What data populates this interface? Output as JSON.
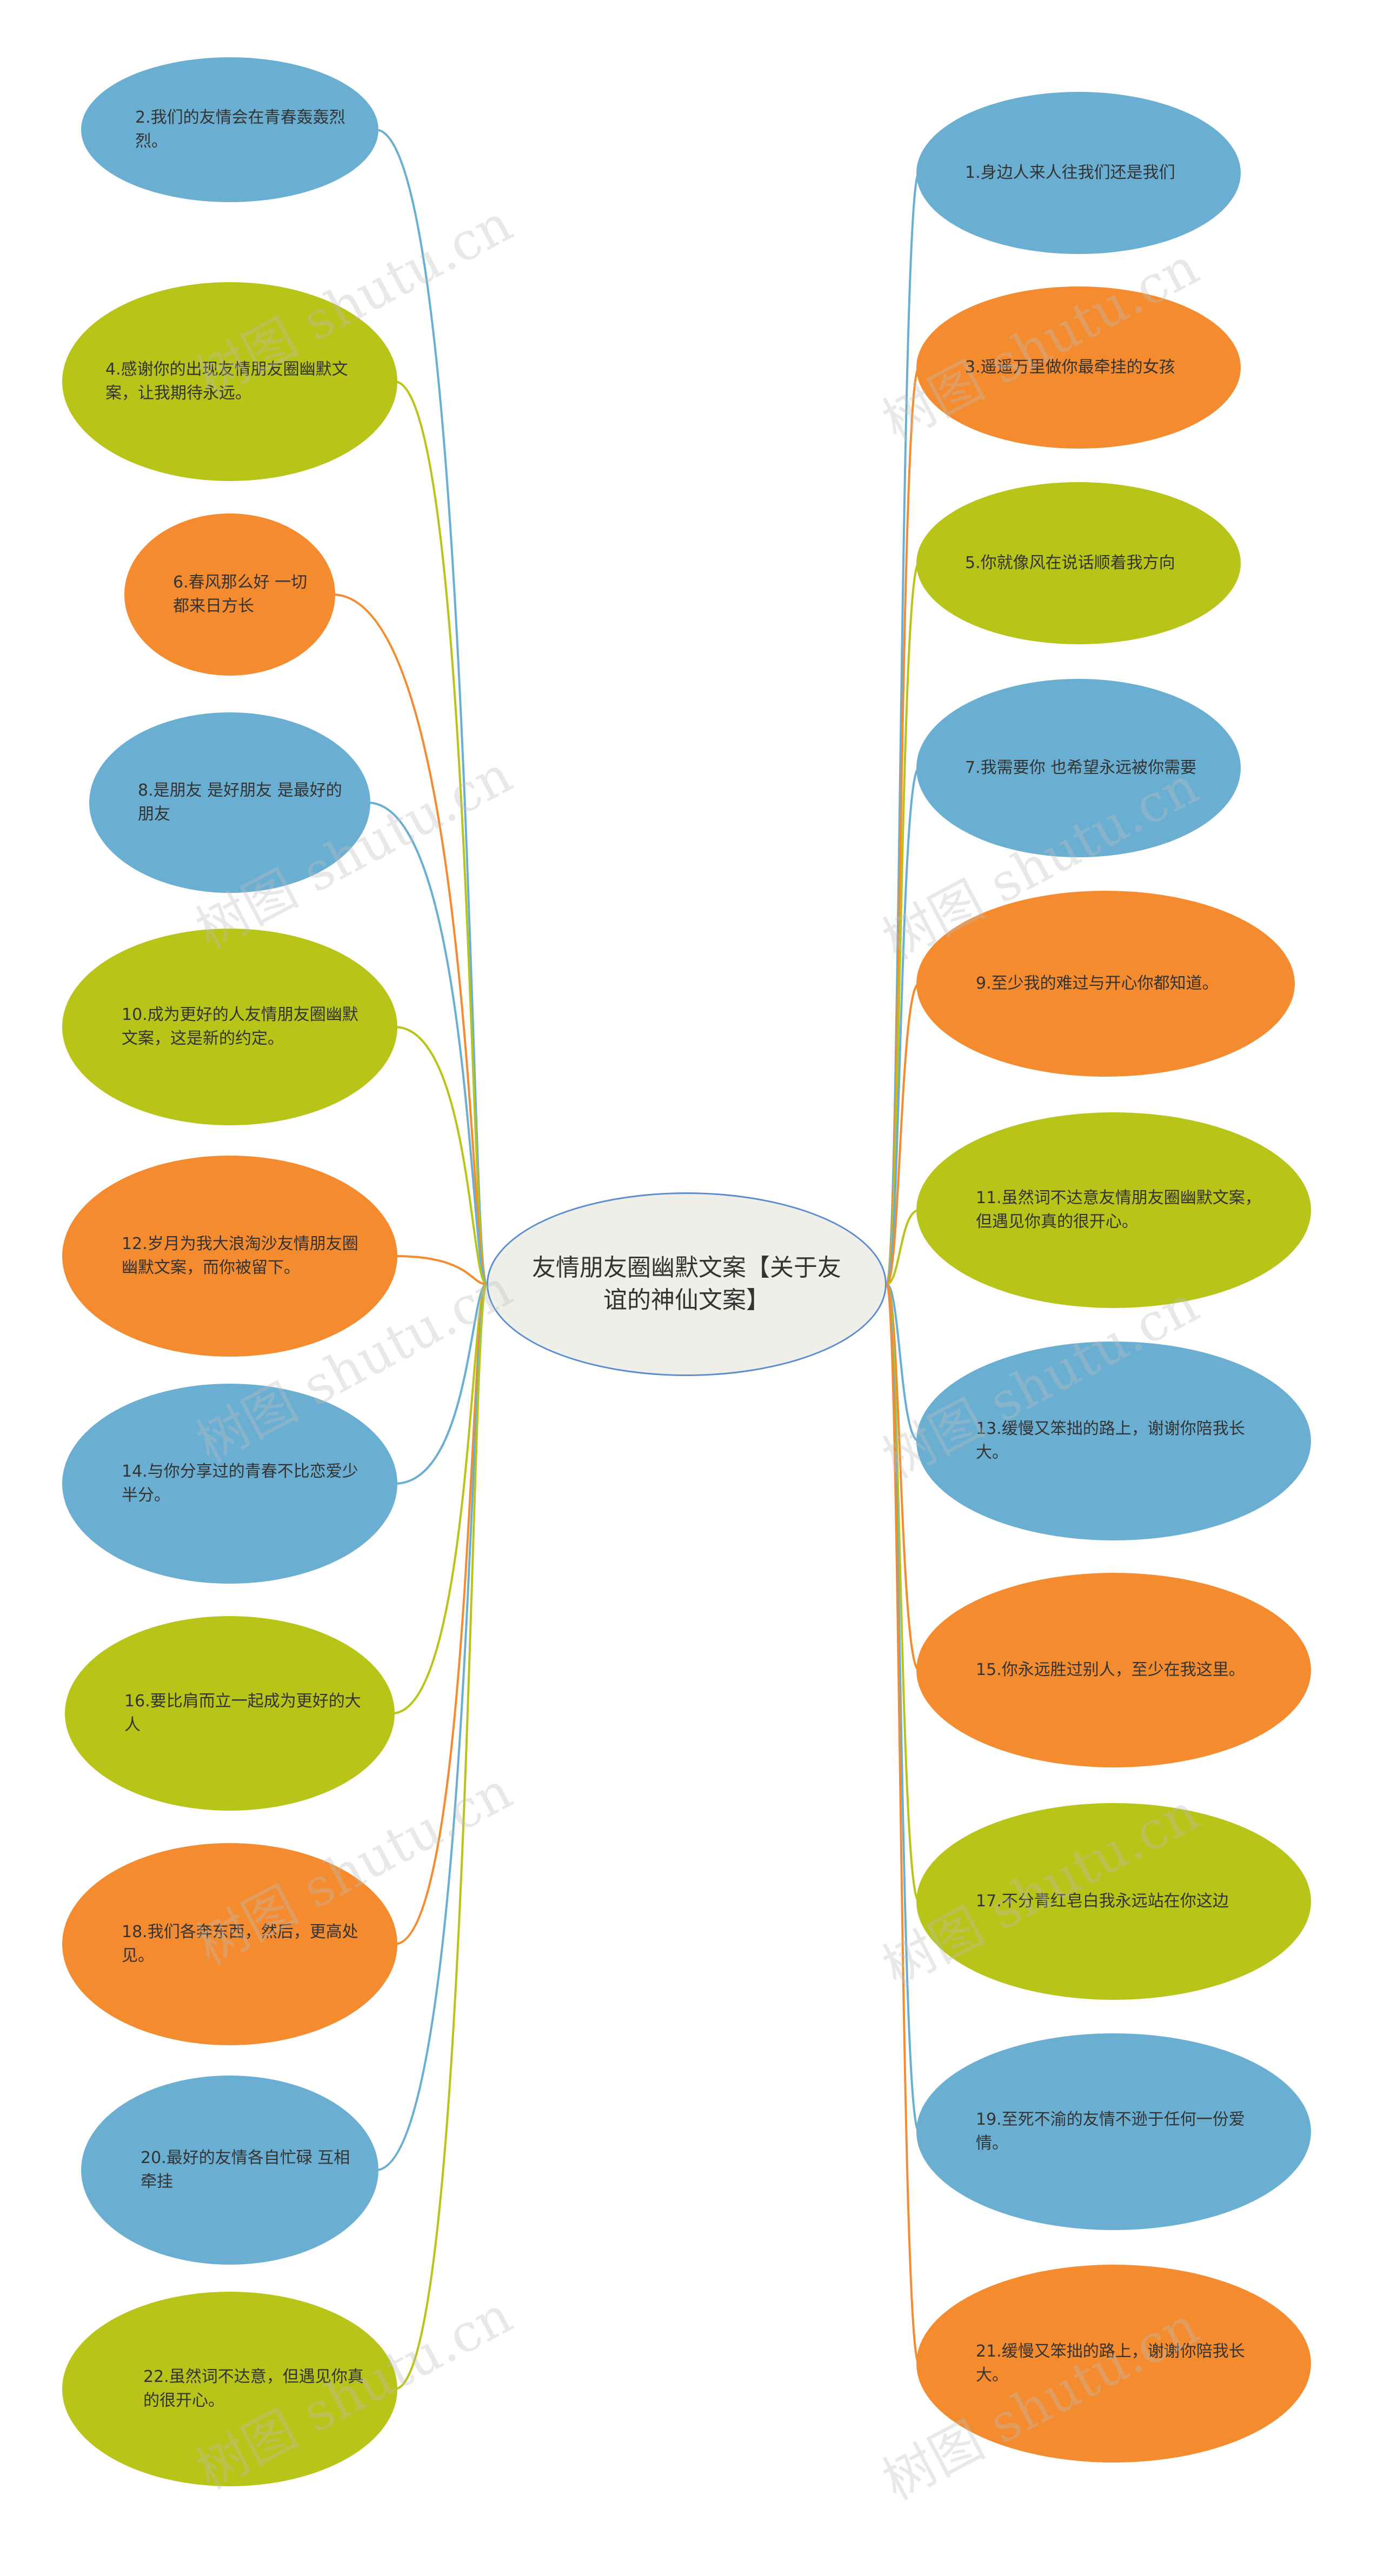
{
  "center": {
    "title": "友情朋友圈幽默文案【关于友谊的神仙文案】"
  },
  "colors": {
    "blue": "#6aafd2",
    "green": "#b8c417",
    "orange": "#f58b2f",
    "center_border": "#5b8dd0"
  },
  "left_nodes": [
    {
      "text": "2.我们的友情会在青春轰轰烈烈。",
      "color": "blue"
    },
    {
      "text": "4.感谢你的出现友情朋友圈幽默文案，让我期待永远。",
      "color": "green"
    },
    {
      "text": "6.春风那么好 一切都来日方长",
      "color": "orange"
    },
    {
      "text": "8.是朋友 是好朋友 是最好的朋友",
      "color": "blue"
    },
    {
      "text": "10.成为更好的人友情朋友圈幽默文案，这是新的约定。",
      "color": "green"
    },
    {
      "text": "12.岁月为我大浪淘沙友情朋友圈幽默文案，而你被留下。",
      "color": "orange"
    },
    {
      "text": "14.与你分享过的青春不比恋爱少半分。",
      "color": "blue"
    },
    {
      "text": "16.要比肩而立一起成为更好的大人",
      "color": "green"
    },
    {
      "text": "18.我们各奔东西，然后，更高处见。",
      "color": "orange"
    },
    {
      "text": "20.最好的友情各自忙碌 互相牵挂",
      "color": "blue"
    },
    {
      "text": "22.虽然词不达意，但遇见你真的很开心。",
      "color": "green"
    }
  ],
  "right_nodes": [
    {
      "text": "1.身边人来人往我们还是我们",
      "color": "blue"
    },
    {
      "text": "3.遥遥万里做你最牵挂的女孩",
      "color": "orange"
    },
    {
      "text": "5.你就像风在说话顺着我方向",
      "color": "green"
    },
    {
      "text": "7.我需要你 也希望永远被你需要",
      "color": "blue"
    },
    {
      "text": "9.至少我的难过与开心你都知道。",
      "color": "orange"
    },
    {
      "text": "11.虽然词不达意友情朋友圈幽默文案，但遇见你真的很开心。",
      "color": "green"
    },
    {
      "text": "13.缓慢又笨拙的路上，谢谢你陪我长大。",
      "color": "blue"
    },
    {
      "text": "15.你永远胜过别人，至少在我这里。",
      "color": "orange"
    },
    {
      "text": "17.不分青红皂白我永远站在你这边",
      "color": "green"
    },
    {
      "text": "19.至死不渝的友情不逊于任何一份爱情。",
      "color": "blue"
    },
    {
      "text": "21.缓慢又笨拙的路上，谢谢你陪我长大。",
      "color": "orange"
    }
  ],
  "watermark": "树图 shutu.cn"
}
